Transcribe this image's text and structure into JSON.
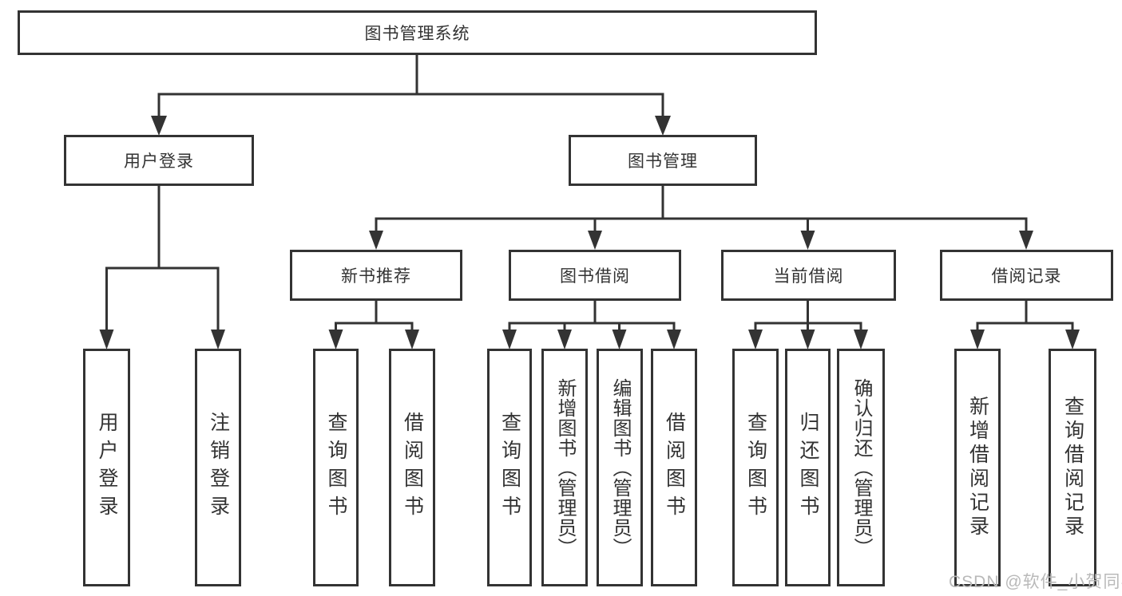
{
  "page": {
    "watermark": "CSDN @软件_小贺同学"
  },
  "colors": {
    "line": "#333333",
    "box_background": "#ffffff",
    "text": "#333333",
    "watermark": "#b9b9b9"
  },
  "tree": {
    "root": {
      "label": "图书管理系统",
      "children": [
        {
          "label": "用户登录",
          "children": [
            {
              "label": "用户登录"
            },
            {
              "label": "注销登录"
            }
          ]
        },
        {
          "label": "图书管理",
          "children": [
            {
              "label": "新书推荐",
              "children": [
                {
                  "label": "查询图书"
                },
                {
                  "label": "借阅图书"
                }
              ]
            },
            {
              "label": "图书借阅",
              "children": [
                {
                  "label": "查询图书"
                },
                {
                  "label": "新增图书（管理员）"
                },
                {
                  "label": "编辑图书（管理员）"
                },
                {
                  "label": "借阅图书"
                }
              ]
            },
            {
              "label": "当前借阅",
              "children": [
                {
                  "label": "查询图书"
                },
                {
                  "label": "归还图书"
                },
                {
                  "label": "确认归还（管理员）"
                }
              ]
            },
            {
              "label": "借阅记录",
              "children": [
                {
                  "label": "新增借阅记录"
                },
                {
                  "label": "查询借阅记录"
                }
              ]
            }
          ]
        }
      ]
    }
  }
}
